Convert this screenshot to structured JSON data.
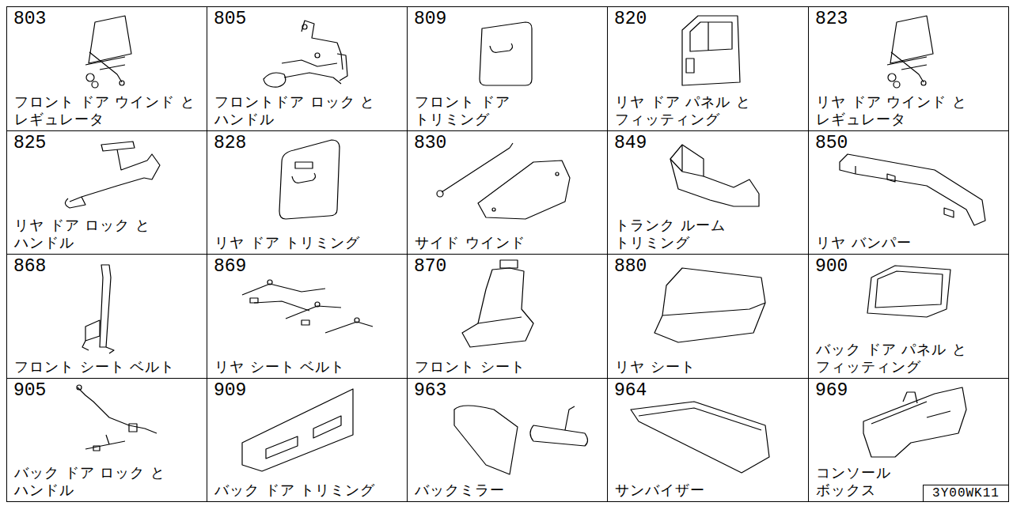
{
  "diagram": {
    "nodes": [
      {
        "text": [
          "803",
          "フロント ドア ウインド と レギュレータ"
        ]
      },
      {
        "text": [
          "805",
          "フロントドア ロック と ハンドル"
        ]
      },
      {
        "text": [
          "809",
          "フロント ドア トリミング"
        ]
      },
      {
        "text": [
          "820",
          "リヤ ドア パネル と フィッティング"
        ]
      },
      {
        "text": [
          "823",
          "リヤ ドア ウインド と レギュレータ"
        ]
      },
      {
        "text": [
          "825",
          "リヤ ドア ロック と ハンドル"
        ]
      },
      {
        "text": [
          "828",
          "リヤ ドア トリミング"
        ]
      },
      {
        "text": [
          "830",
          "サイド ウインド"
        ]
      },
      {
        "text": [
          "849",
          "トランク ルーム トリミング"
        ]
      },
      {
        "text": [
          "850",
          "リヤ バンパー"
        ]
      },
      {
        "text": [
          "868",
          "フロント シート ベルト"
        ]
      },
      {
        "text": [
          "869",
          "リヤ シート ベルト"
        ]
      },
      {
        "text": [
          "870",
          "フロント シート"
        ]
      },
      {
        "text": [
          "880",
          "リヤ シート"
        ]
      },
      {
        "text": [
          "900",
          "バック ドア パネル と フィッティング"
        ]
      },
      {
        "text": [
          "905",
          "バック ドア ロック と ハンドル"
        ]
      },
      {
        "text": [
          "909",
          "バック ドア トリミング"
        ]
      },
      {
        "text": [
          "963",
          "バックミラー"
        ]
      },
      {
        "text": [
          "964",
          "サンバイザー"
        ]
      },
      {
        "text": [
          "969",
          "コンソール ボックス"
        ]
      },
      {
        "text": [
          "3Y00WK11"
        ],
        "in": 19
      }
    ]
  }
}
